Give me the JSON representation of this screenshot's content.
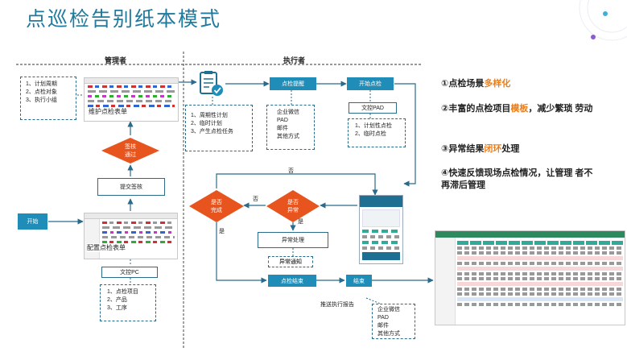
{
  "title": "点巡检告别纸本模式",
  "lanes": {
    "manager": "管理者",
    "executor": "执行者"
  },
  "manager": {
    "list_top": [
      "1、计划周期",
      "2、点检对象",
      "3、执行小组"
    ],
    "form_label": "维护点检表单",
    "diamond_review": [
      "签核",
      "通过"
    ],
    "submit_review": "提交签核",
    "start": "开始",
    "config_label": "配置点检表单",
    "doc_pc": "文控PC",
    "list_bottom": [
      "1、点检项目",
      "2、产品",
      "3、工序"
    ]
  },
  "executor": {
    "list_plan": [
      "1、周期性计划",
      "2、临时计划",
      "3、产生点检任务"
    ],
    "notify_methods": [
      "企业微信",
      "PAD",
      "邮件",
      "其他方式"
    ],
    "reminder": "点检提醒",
    "start_check": "开始点检",
    "doc_pad": "文控PAD",
    "list_pad": [
      "1、计划性点检",
      "2、临时点检"
    ],
    "label_no": "否",
    "label_yes": "是",
    "label_no2": "否",
    "label_yes2": "是",
    "diamond_complete": [
      "是否",
      "完成"
    ],
    "diamond_abnormal": [
      "是否",
      "异常"
    ],
    "abnormal_handle": "异常处理",
    "abnormal_notify": "异常通知",
    "check_end": "点检结束",
    "end": "结束",
    "push_report": "推送执行报告",
    "notify_methods2": [
      "企业微信",
      "PAD",
      "邮件",
      "其他方式"
    ]
  },
  "benefits": {
    "b1_num": "①",
    "b1_pre": "点检场景",
    "b1_hl": "多样化",
    "b2_num": "②",
    "b2_pre": "丰富的点检项目",
    "b2_hl": "模板",
    "b2_post": "，减少繁琐 劳动",
    "b3_num": "③",
    "b3_pre": "异常结果",
    "b3_hl": "闭环",
    "b3_post": "处理",
    "b4_num": "④",
    "b4_text": "快速反馈现场点检情况，让管理 者不再滞后管理"
  },
  "colors": {
    "accent": "#1f8db8",
    "highlight": "#e87e1e",
    "diamond": "#e8541e",
    "title": "#1f7a9e"
  }
}
